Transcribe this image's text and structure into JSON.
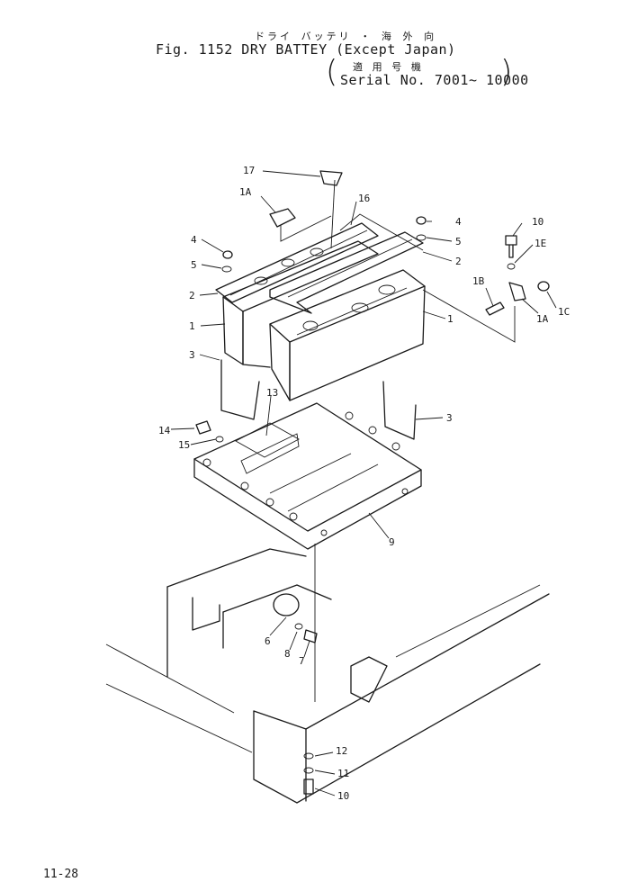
{
  "header": {
    "japanese_title": "ドライ バッテリ ・ 海 外 向",
    "figure_title": "Fig. 1152  DRY BATTEY (Except Japan)",
    "japanese_serial": "適 用 号 機",
    "serial": "Serial No. 7001~ 10000"
  },
  "page_number": "11-28",
  "callouts": [
    "17",
    "1A",
    "16",
    "4",
    "5",
    "4",
    "10",
    "1E",
    "5",
    "2",
    "2",
    "1B",
    "1",
    "1A",
    "1C",
    "1",
    "3",
    "13",
    "3",
    "14",
    "15",
    "9",
    "6",
    "8",
    "7",
    "12",
    "11",
    "10"
  ]
}
